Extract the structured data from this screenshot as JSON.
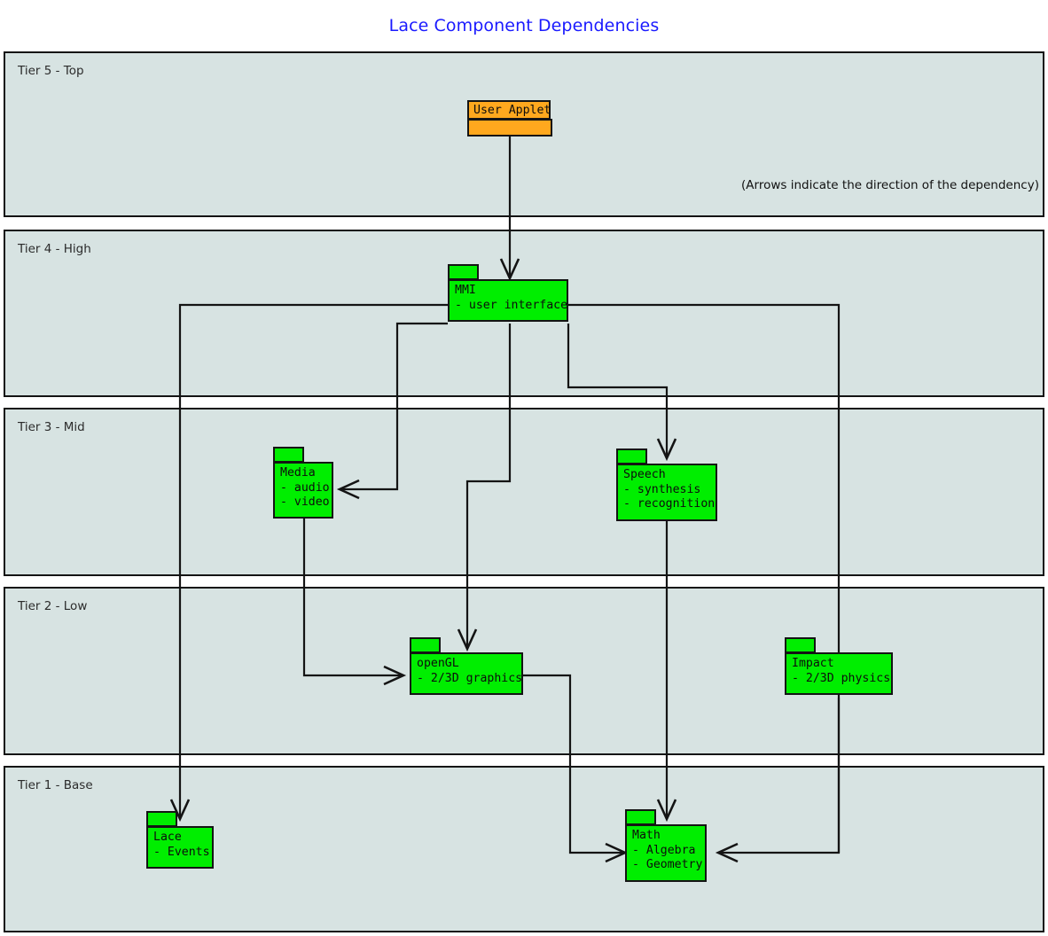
{
  "title": "Lace Component Dependencies",
  "note": "(Arrows indicate the direction of the dependency)",
  "tiers": [
    {
      "label": "Tier 5 - Top"
    },
    {
      "label": "Tier 4 - High"
    },
    {
      "label": "Tier 3 - Mid"
    },
    {
      "label": "Tier 2 - Low"
    },
    {
      "label": "Tier 1 - Base"
    }
  ],
  "components": {
    "user_applet": {
      "name": "User Applet",
      "color": "#ffa81e",
      "tier": "Tier 5 - Top"
    },
    "mmi": {
      "name": "MMI",
      "items": [
        "- user interface"
      ],
      "color": "#00ee00",
      "tier": "Tier 4 - High"
    },
    "media": {
      "name": "Media",
      "items": [
        "- audio",
        "- video"
      ],
      "color": "#00ee00",
      "tier": "Tier 3 - Mid"
    },
    "speech": {
      "name": "Speech",
      "items": [
        "- synthesis",
        "- recognition"
      ],
      "color": "#00ee00",
      "tier": "Tier 3 - Mid"
    },
    "opengl": {
      "name": "openGL",
      "items": [
        "- 2/3D graphics"
      ],
      "color": "#00ee00",
      "tier": "Tier 2 - Low"
    },
    "impact": {
      "name": "Impact",
      "items": [
        "- 2/3D physics"
      ],
      "color": "#00ee00",
      "tier": "Tier 2 - Low"
    },
    "lace": {
      "name": "Lace",
      "items": [
        "- Events"
      ],
      "color": "#00ee00",
      "tier": "Tier 1 - Base"
    },
    "math": {
      "name": "Math",
      "items": [
        "- Algebra",
        "- Geometry"
      ],
      "color": "#00ee00",
      "tier": "Tier 1 - Base"
    }
  },
  "dependencies": [
    {
      "from": "User Applet",
      "to": "MMI"
    },
    {
      "from": "MMI",
      "to": "Lace"
    },
    {
      "from": "MMI",
      "to": "Media"
    },
    {
      "from": "MMI",
      "to": "openGL"
    },
    {
      "from": "MMI",
      "to": "Speech"
    },
    {
      "from": "MMI",
      "to": "Math"
    },
    {
      "from": "Media",
      "to": "openGL"
    },
    {
      "from": "Speech",
      "to": "Math"
    },
    {
      "from": "openGL",
      "to": "Math"
    },
    {
      "from": "Impact",
      "to": "Math"
    }
  ],
  "colors": {
    "title": "#1a1aff",
    "tier_background": "#d7e3e2",
    "component": "#00ee00",
    "applet": "#ffa81e",
    "stroke": "#141414"
  }
}
